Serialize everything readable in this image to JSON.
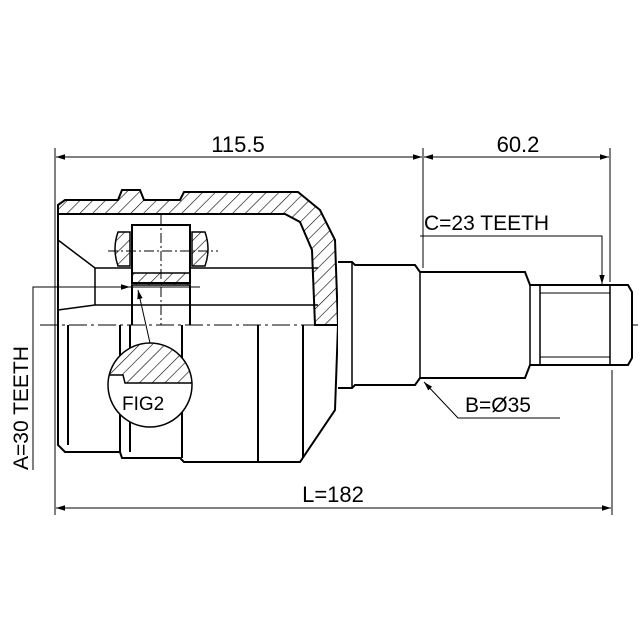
{
  "dimensions": {
    "housing_length": "115.5",
    "shaft_length": "60.2",
    "total_length": "L=182",
    "outer_spline": "C=23 TEETH",
    "shaft_diameter": "B=Ø35",
    "inner_spline": "A=30 TEETH",
    "detail_label": "FIG2"
  },
  "colors": {
    "line": "#000000",
    "background": "#ffffff"
  }
}
